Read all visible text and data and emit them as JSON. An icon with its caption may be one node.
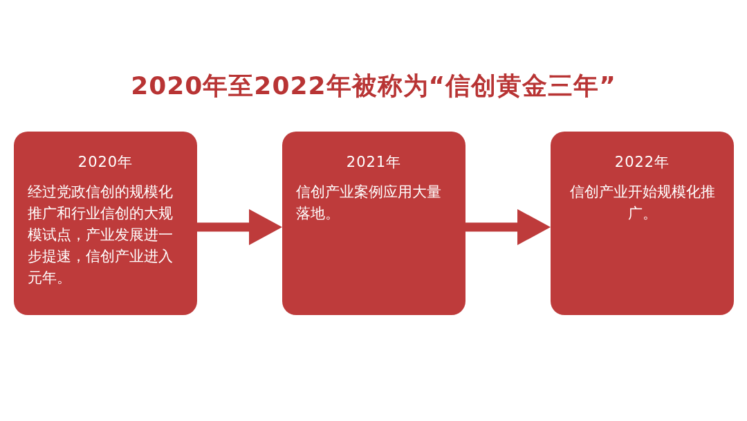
{
  "diagram": {
    "title": "2020年至2022年被称为“信创黄金三年”",
    "nodes": [
      {
        "text": [
          "2020年",
          "经过党政信创的规模化推广和行业信创的大规模试点，产业发展进一步提速，信创产业进入元年。"
        ]
      },
      {
        "text": [
          "2021年",
          "信创产业案例应用大量落地。"
        ]
      },
      {
        "text": [
          "2022年",
          "信创产业开始规模化推广。"
        ]
      }
    ],
    "edges": [
      {
        "from": 0,
        "to": 1,
        "arrow": "to"
      },
      {
        "from": 1,
        "to": 2,
        "arrow": "to"
      }
    ]
  }
}
